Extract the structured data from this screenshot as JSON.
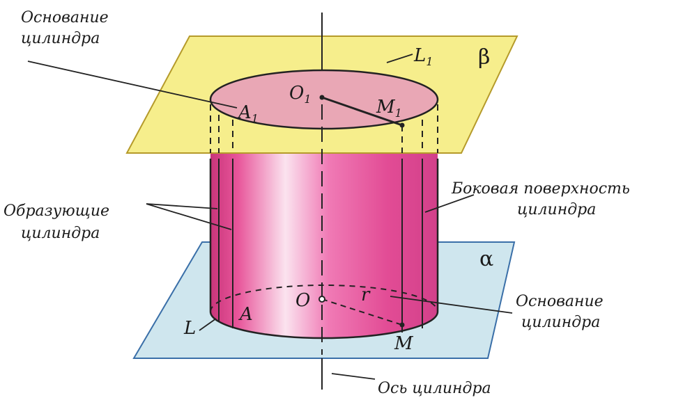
{
  "labels": {
    "top_base_line1": "Основание",
    "top_base_line2": "цилиндра",
    "generatrices_line1": "Образующие",
    "generatrices_line2": "цилиндра",
    "lateral_line1": "Боковая поверхность",
    "lateral_line2": "цилиндра",
    "bottom_base_line1": "Основание",
    "bottom_base_line2": "цилиндра",
    "axis": "Ось цилиндра"
  },
  "points": {
    "L1": "L",
    "L1_sub": "1",
    "beta": "β",
    "O1": "O",
    "O1_sub": "1",
    "A1": "A",
    "A1_sub": "1",
    "M1": "M",
    "M1_sub": "1",
    "alpha": "α",
    "O": "O",
    "r": "r",
    "A": "A",
    "L": "L",
    "M": "M"
  },
  "colors": {
    "top_plane": "#f6ee8c",
    "bottom_plane": "#cfe6ee",
    "cylinder": "#e8559a",
    "top_disk": "#e9a7b5"
  }
}
